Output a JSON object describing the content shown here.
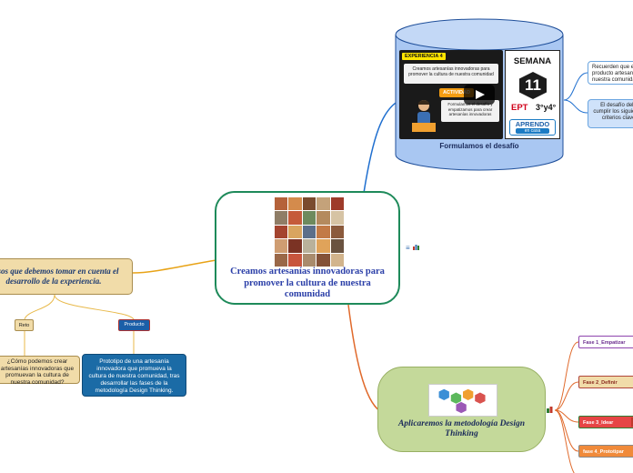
{
  "central": {
    "title": "Creamos artesanías innovadoras para promover la cultura de nuestra comunidad"
  },
  "challenge": {
    "label": "Formulamos el desafío",
    "video": {
      "experience_badge": "EXPERIENCIA 4",
      "card_title": "Creamos artesanías innovadoras para promover la cultura de nuestra comunidad",
      "activity_badge": "ACTIVIDAD",
      "card_text": "Formulamos el desafío y empatizamos para crear artesanías innovadoras"
    },
    "week_card": {
      "semana": "SEMANA",
      "number": "11",
      "ept": "EPT",
      "grade": "3°y4°",
      "aprendo": "APRENDO",
      "en_casa": "en casa"
    },
    "notes": [
      "Recuerden que el producto artesanal de nuestra comunidad",
      "El desafío debe cumplir los siguientes criterios clave:"
    ]
  },
  "experience_steps": {
    "title": "Pasos que debemos tomar en cuenta el desarrollo de la experiencia.",
    "reto": {
      "tag": "Reto",
      "text": "¿Cómo podemos crear artesanías innovadoras que promuevan la cultura de nuestra comunidad?"
    },
    "producto": {
      "tag": "Producto",
      "text": "Prototipo de una artesanía innovadora que promueva la cultura de nuestra comunidad, tras desarrollar las fases de la metodología Design Thinking."
    }
  },
  "methodology": {
    "title": "Aplicaremos la metodología Design Thinking",
    "phases": [
      "Fase 1_Empatizar",
      "Fase 2_Definir",
      "Fase 3_Idear",
      "fase 4_Prototipar"
    ]
  },
  "colors": {
    "central_border": "#1e8a5a",
    "central_title": "#2b3fa8",
    "cylinder": "#a9c7f2",
    "beige": "#f1dca9",
    "green": "#c4d99a",
    "branch_blue": "#1f6fcf",
    "branch_orange": "#e06a2c",
    "branch_gold": "#e8a317"
  }
}
